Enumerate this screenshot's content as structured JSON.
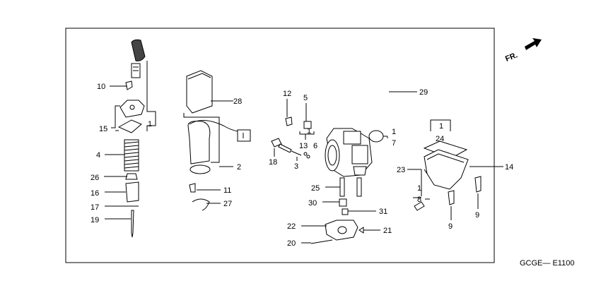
{
  "diagram": {
    "code": "GCGE— E1100",
    "direction_label": "FR.",
    "callouts": [
      {
        "id": "c1a",
        "text": "1"
      },
      {
        "id": "c1b",
        "text": "1"
      },
      {
        "id": "c1c",
        "text": "1"
      },
      {
        "id": "c1d",
        "text": "1"
      },
      {
        "id": "c1e",
        "text": "1"
      },
      {
        "id": "c2",
        "text": "2"
      },
      {
        "id": "c3",
        "text": "3"
      },
      {
        "id": "c4",
        "text": "4"
      },
      {
        "id": "c5",
        "text": "5"
      },
      {
        "id": "c6",
        "text": "6"
      },
      {
        "id": "c7",
        "text": "7"
      },
      {
        "id": "c8",
        "text": "8"
      },
      {
        "id": "c9a",
        "text": "9"
      },
      {
        "id": "c9b",
        "text": "9"
      },
      {
        "id": "c10",
        "text": "10"
      },
      {
        "id": "c11",
        "text": "11"
      },
      {
        "id": "c12",
        "text": "12"
      },
      {
        "id": "c13",
        "text": "13"
      },
      {
        "id": "c14",
        "text": "14"
      },
      {
        "id": "c15",
        "text": "15"
      },
      {
        "id": "c16",
        "text": "16"
      },
      {
        "id": "c17",
        "text": "17"
      },
      {
        "id": "c18",
        "text": "18"
      },
      {
        "id": "c19",
        "text": "19"
      },
      {
        "id": "c20",
        "text": "20"
      },
      {
        "id": "c21",
        "text": "21"
      },
      {
        "id": "c22",
        "text": "22"
      },
      {
        "id": "c23",
        "text": "23"
      },
      {
        "id": "c24",
        "text": "24"
      },
      {
        "id": "c25",
        "text": "25"
      },
      {
        "id": "c26",
        "text": "26"
      },
      {
        "id": "c27",
        "text": "27"
      },
      {
        "id": "c28",
        "text": "28"
      },
      {
        "id": "c29",
        "text": "29"
      },
      {
        "id": "c30",
        "text": "30"
      },
      {
        "id": "c31",
        "text": "31"
      }
    ]
  }
}
